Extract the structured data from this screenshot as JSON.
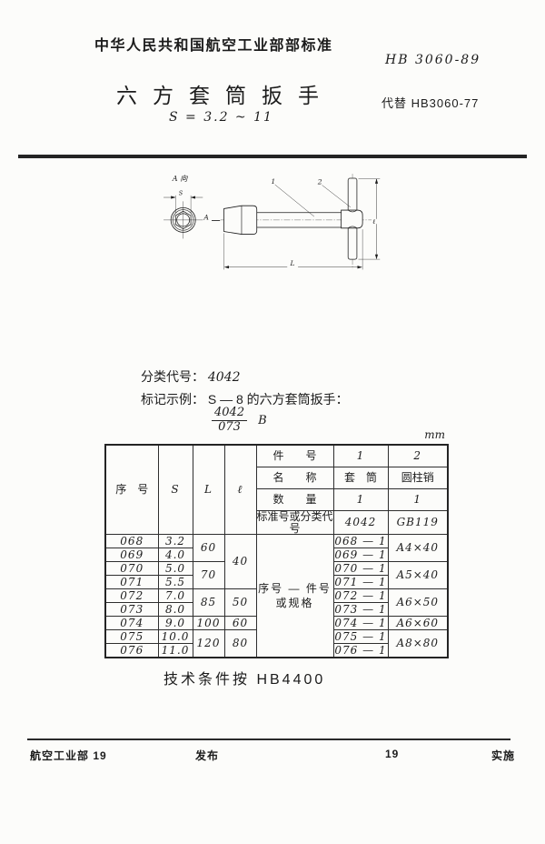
{
  "header": {
    "org": "中华人民共和国航空工业部部标准",
    "code": "HB 3060-89",
    "title": "六方套筒扳手",
    "subtitle": "S = 3.2 ~ 11",
    "replaces": "代替 HB3060-77"
  },
  "drawing": {
    "view_label": "A 向",
    "dim_s": "S",
    "section_a": "A",
    "part1": "1",
    "part2": "2",
    "dim_len_small": "ℓ",
    "dim_len_big": "L"
  },
  "notes": {
    "class_label": "分类代号：",
    "class_value": "4042",
    "example_label": "标记示例：",
    "example_text": "S — 8 的六方套筒扳手：",
    "frac_top": "4042",
    "frac_bottom": "073",
    "frac_suffix": "B",
    "tech": "技术条件按 HB4400"
  },
  "table": {
    "unit": "mm",
    "h_seq": "序　号",
    "h_s": "S",
    "h_L": "L",
    "h_l": "ℓ",
    "part_rows": [
      {
        "label": "件　　号",
        "p1": "1",
        "p2": "2"
      },
      {
        "label": "名　　称",
        "p1": "套　筒",
        "p2": "圆柱销"
      },
      {
        "label": "数　　量",
        "p1": "1",
        "p2": "1"
      },
      {
        "label": "标准号或分类代号",
        "p1": "4042",
        "p2": "GB119"
      }
    ],
    "middle1": "序号 — 件号",
    "middle2": "或规格",
    "rows": [
      {
        "seq": "068",
        "s": "3.2",
        "part": "068 — 1"
      },
      {
        "seq": "069",
        "s": "4.0",
        "part": "069 — 1"
      },
      {
        "seq": "070",
        "s": "5.0",
        "part": "070 — 1"
      },
      {
        "seq": "071",
        "s": "5.5",
        "part": "071 — 1"
      },
      {
        "seq": "072",
        "s": "7.0",
        "part": "072 — 1"
      },
      {
        "seq": "073",
        "s": "8.0",
        "part": "073 — 1"
      },
      {
        "seq": "074",
        "s": "9.0",
        "part": "074 — 1"
      },
      {
        "seq": "075",
        "s": "10.0",
        "part": "075 — 1"
      },
      {
        "seq": "076",
        "s": "11.0",
        "part": "076 — 1"
      }
    ],
    "L_vals": [
      "60",
      "70",
      "85",
      "100",
      "120"
    ],
    "l_vals": [
      "40",
      "50",
      "60",
      "80"
    ],
    "specs": [
      "A4×40",
      "A5×40",
      "A6×50",
      "A6×60",
      "A8×80"
    ]
  },
  "footer": {
    "left": "航空工业部 19",
    "issue": "发布",
    "year": "19",
    "impl": "实施"
  }
}
